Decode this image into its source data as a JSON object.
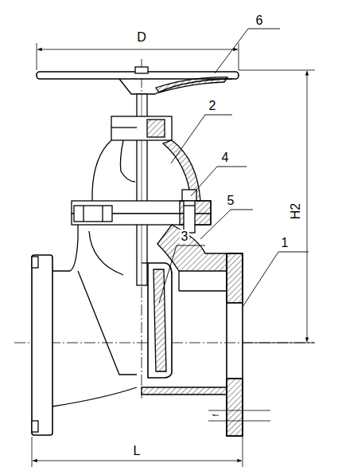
{
  "diagram": {
    "labels": [
      "D",
      "6",
      "2",
      "4",
      "5",
      "3",
      "1",
      "H2",
      "L",
      "f"
    ]
  }
}
